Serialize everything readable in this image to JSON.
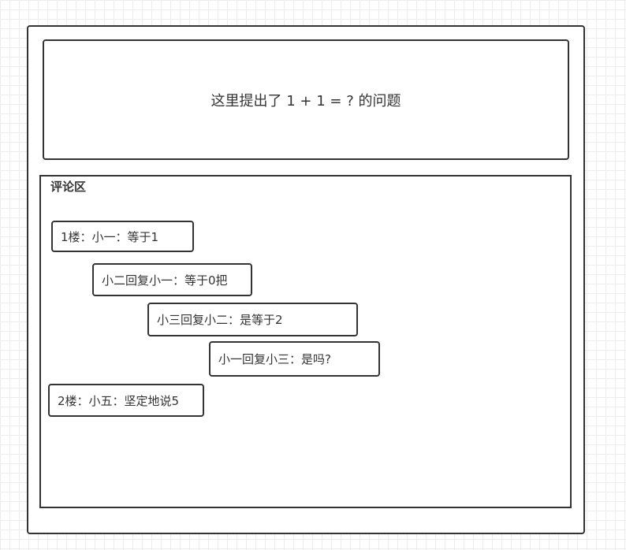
{
  "question": {
    "text": "这里提出了 1 + 1 = ?  的问题"
  },
  "comments_section": {
    "title": "评论区",
    "comments": [
      {
        "text": "1楼：小一：等于1"
      },
      {
        "text": "小二回复小一：等于0把"
      },
      {
        "text": "小三回复小二：是等于2"
      },
      {
        "text": "小一回复小三：是吗?"
      },
      {
        "text": "2楼：小五：坚定地说5"
      }
    ]
  }
}
